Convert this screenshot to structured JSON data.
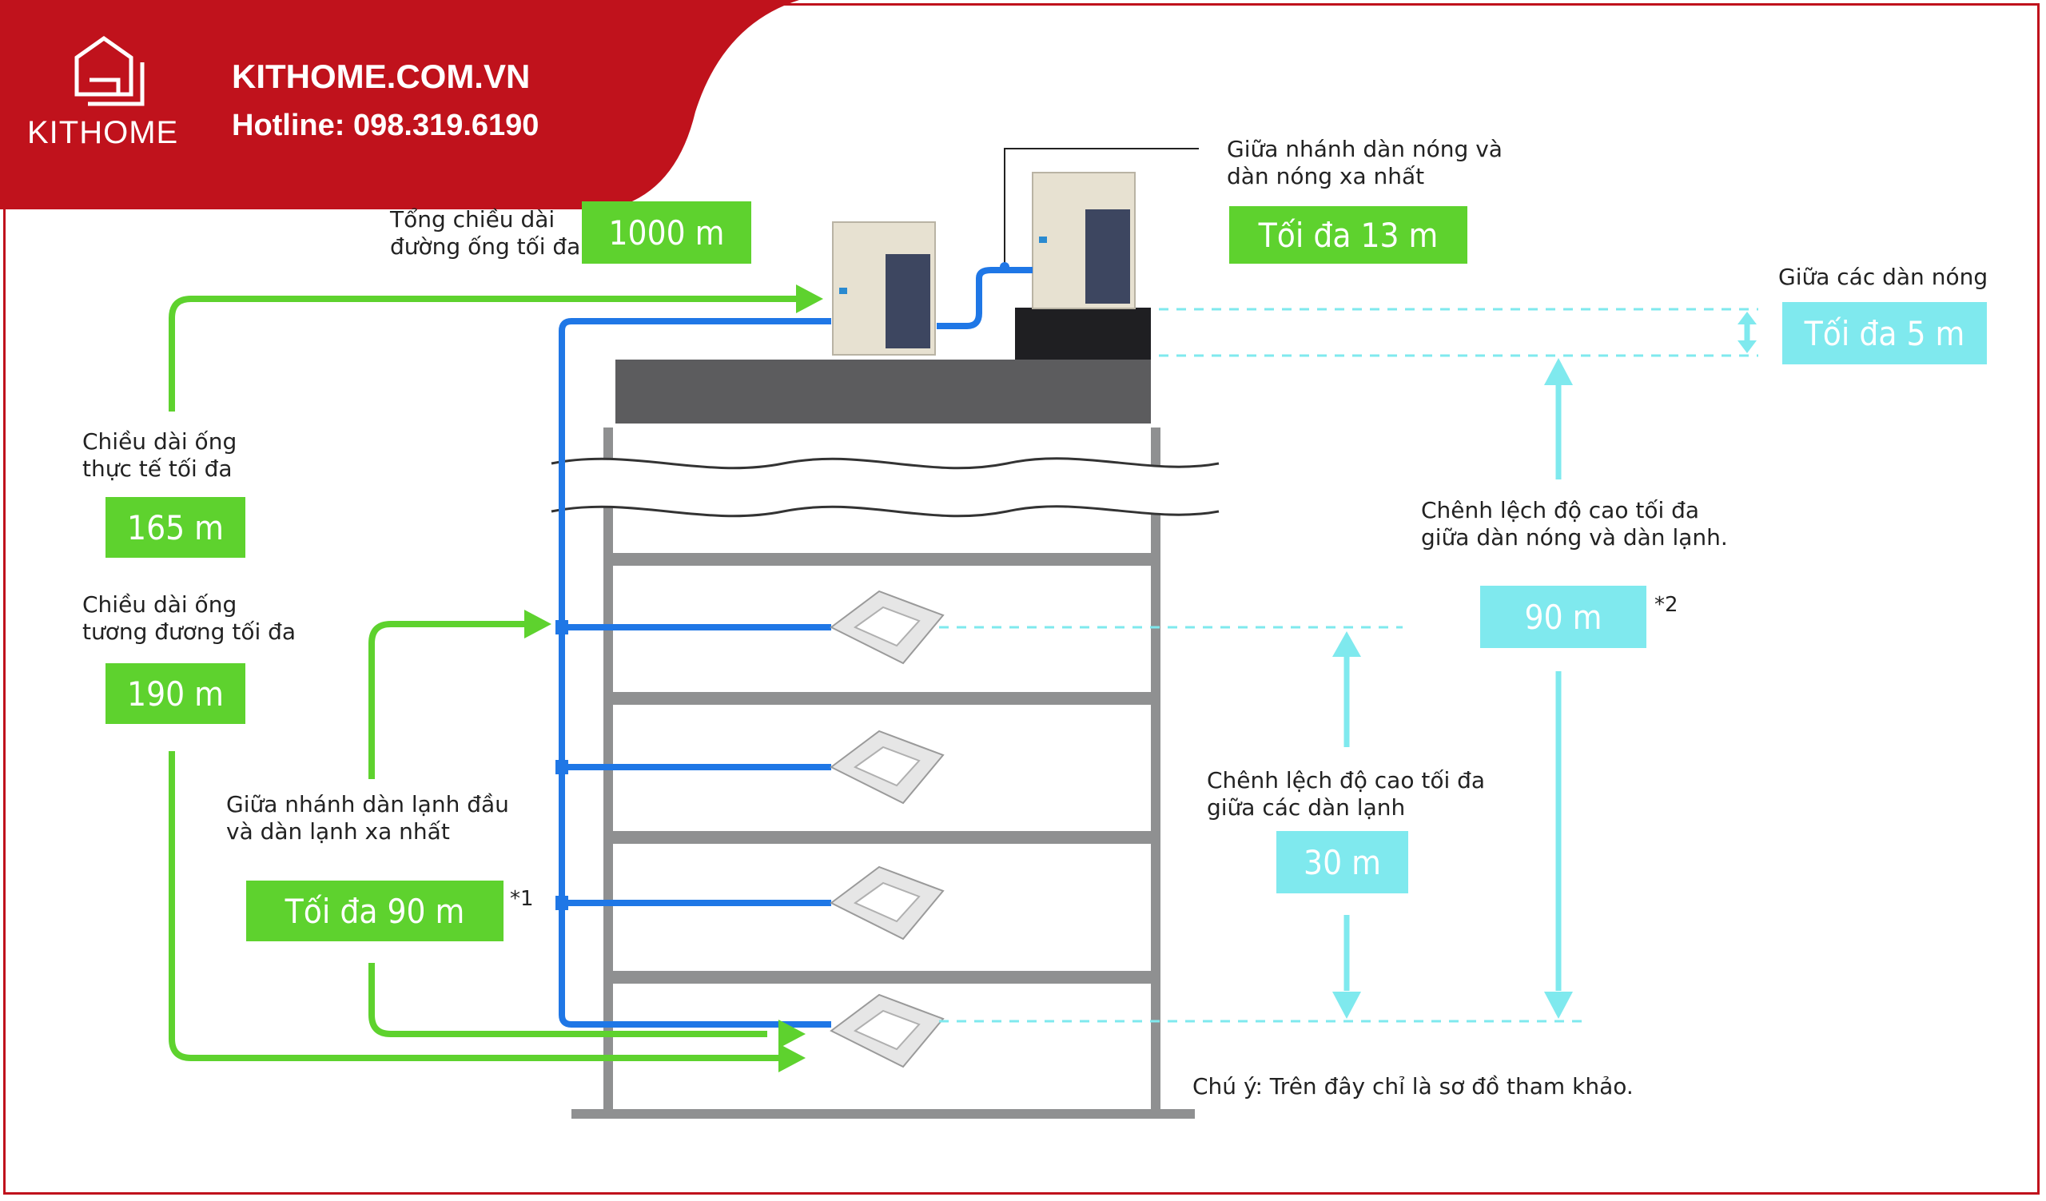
{
  "brand": {
    "name": "KITHOME",
    "website": "KITHOME.COM.VN",
    "hotline": "Hotline: 098.319.6190",
    "color": "#c0121c"
  },
  "colors": {
    "green": "#5ed22e",
    "cyan": "#7fe9ee",
    "pipe_blue": "#1f77e6"
  },
  "labels": {
    "total_pipe": "Tổng chiều dài\nđường ống tối đa",
    "outdoor_branch": "Giữa nhánh dàn nóng và\ndàn nóng xa nhất",
    "between_outdoor": "Giữa các dàn nóng",
    "actual_length": "Chiều dài ống\nthực tế tối đa",
    "equivalent_length": "Chiều dài ống\ntương đương tối đa",
    "height_outdoor_indoor": "Chênh lệch độ cao tối đa\ngiữa dàn nóng và dàn lạnh.",
    "height_indoor": "Chênh lệch độ cao tối đa\ngiữa các dàn lạnh",
    "indoor_branch": "Giữa nhánh dàn lạnh đầu\nvà dàn lạnh xa nhất",
    "note": "Chú ý: Trên đây chỉ là sơ đồ tham khảo."
  },
  "values": {
    "total_pipe": "1000 m",
    "outdoor_branch": "Tối đa 13 m",
    "between_outdoor": "Tối đa 5 m",
    "actual_length": "165 m",
    "equivalent_length": "190 m",
    "height_outdoor_indoor": "90 m",
    "height_indoor": "30 m",
    "indoor_branch": "Tối đa 90 m"
  },
  "footnotes": {
    "star1": "*1",
    "star2": "*2"
  }
}
